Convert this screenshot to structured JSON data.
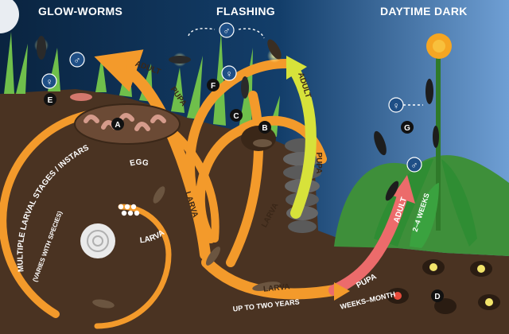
{
  "panels": {
    "glow_worms": "GLOW-WORMS",
    "flashing": "FLASHING",
    "daytime_dark": "DAYTIME DARK"
  },
  "labels": {
    "egg": "EGG",
    "larva_small": "LARVA",
    "multiple_stages": "MULTIPLE LARVAL STAGES / INSTARS",
    "varies": "(VARIES WITH SPECIES)",
    "larva_mid": "LARVA",
    "larva_right": "LARVA",
    "larva_bottom": "LARVA",
    "up_to_two_years": "UP TO TWO YEARS",
    "pupa_left": "PUPA",
    "adult_left": "ADULT",
    "adult_mid": "ADULT",
    "pupa_mid": "PUPA",
    "pupa_bottom": "PUPA",
    "weeks_months": "WEEKS–MONTHS",
    "adult_right": "ADULT",
    "two_four_weeks": "2–4 WEEKS"
  },
  "markers": [
    "A",
    "B",
    "C",
    "D",
    "E",
    "F",
    "G"
  ],
  "symbols": {
    "male": "♂",
    "female": "♀"
  },
  "colors": {
    "sky": "#0b2a4a",
    "soil": "#4a3322",
    "orange": "#f39a2b",
    "yellow": "#d7e23a",
    "pink": "#ec6b6b",
    "grass": "#3f9a3a",
    "daylight": "#4f86c6"
  }
}
